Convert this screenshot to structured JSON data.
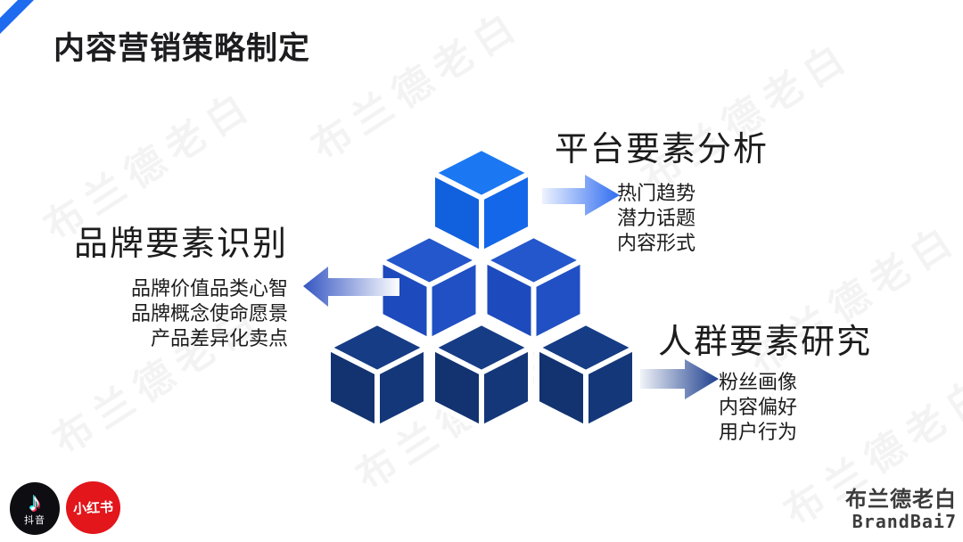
{
  "slide": {
    "title": "内容营销策略制定",
    "accent_color": "#1E6BF0"
  },
  "watermark": {
    "text": "布兰德老白"
  },
  "sections": [
    {
      "id": "platform",
      "title": "平台要素分析",
      "items": [
        "热门趋势",
        "潜力话题",
        "内容形式"
      ],
      "arrow": "right"
    },
    {
      "id": "brand",
      "title": "品牌要素识别",
      "items": [
        "品牌价值品类心智",
        "品牌概念使命愿景",
        "产品差异化卖点"
      ],
      "arrow": "left"
    },
    {
      "id": "audience",
      "title": "人群要素研究",
      "items": [
        "粉丝画像",
        "内容偏好",
        "用户行为"
      ],
      "arrow": "right"
    }
  ],
  "diagram": {
    "arrows": [
      {
        "name": "platform-arrow",
        "direction": "right",
        "color": "#2E6CF0"
      },
      {
        "name": "brand-arrow",
        "direction": "left",
        "color": "#3556C2"
      },
      {
        "name": "audience-arrow",
        "direction": "right",
        "color": "#1D3F8E"
      }
    ],
    "pyramid_rows": [
      {
        "cubes": 1,
        "top": "#1B78F2",
        "left": "#1161DE",
        "right": "#1467E8"
      },
      {
        "cubes": 2,
        "top": "#2457CC",
        "left": "#1D4ABC",
        "right": "#2150C4"
      },
      {
        "cubes": 3,
        "top": "#163C85",
        "left": "#123370",
        "right": "#143779"
      }
    ]
  },
  "footer": {
    "logos": [
      {
        "name": "douyin",
        "label": "抖音",
        "bg": "#0D0D12",
        "note_glyph": "♪"
      },
      {
        "name": "xiaohongshu",
        "label": "小红书",
        "bg": "#E2161B"
      }
    ],
    "brand_cn": "布兰德老白",
    "brand_en": "BrandBai7"
  }
}
